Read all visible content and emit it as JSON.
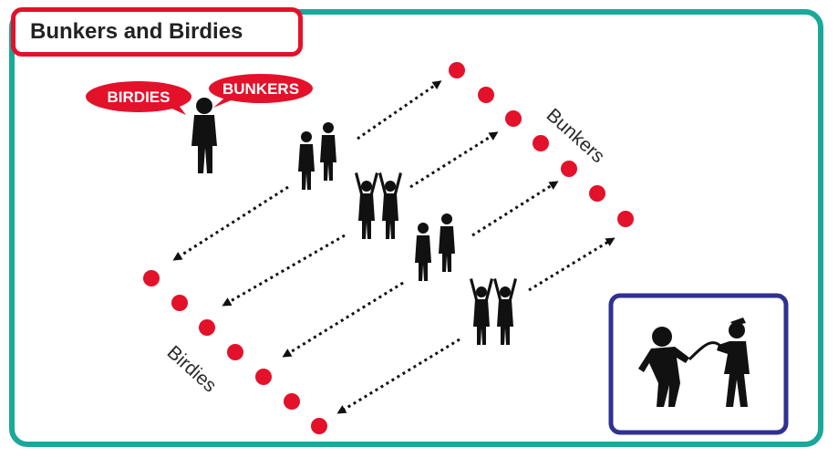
{
  "title": "Bunkers and Birdies",
  "bubbles": {
    "left": "BIRDIES",
    "right": "BUNKERS"
  },
  "labels": {
    "bunkers": "Bunkers",
    "birdies": "Birdies"
  },
  "colors": {
    "frame": "#1aa89a",
    "title_border": "#e3112a",
    "marker": "#e3112a",
    "inset_border": "#2f3192",
    "silhouette": "#111111"
  },
  "icons": [
    "coach-silhouette",
    "child-silhouette",
    "tag-game-silhouette",
    "marker-cone",
    "dotted-arrow"
  ]
}
